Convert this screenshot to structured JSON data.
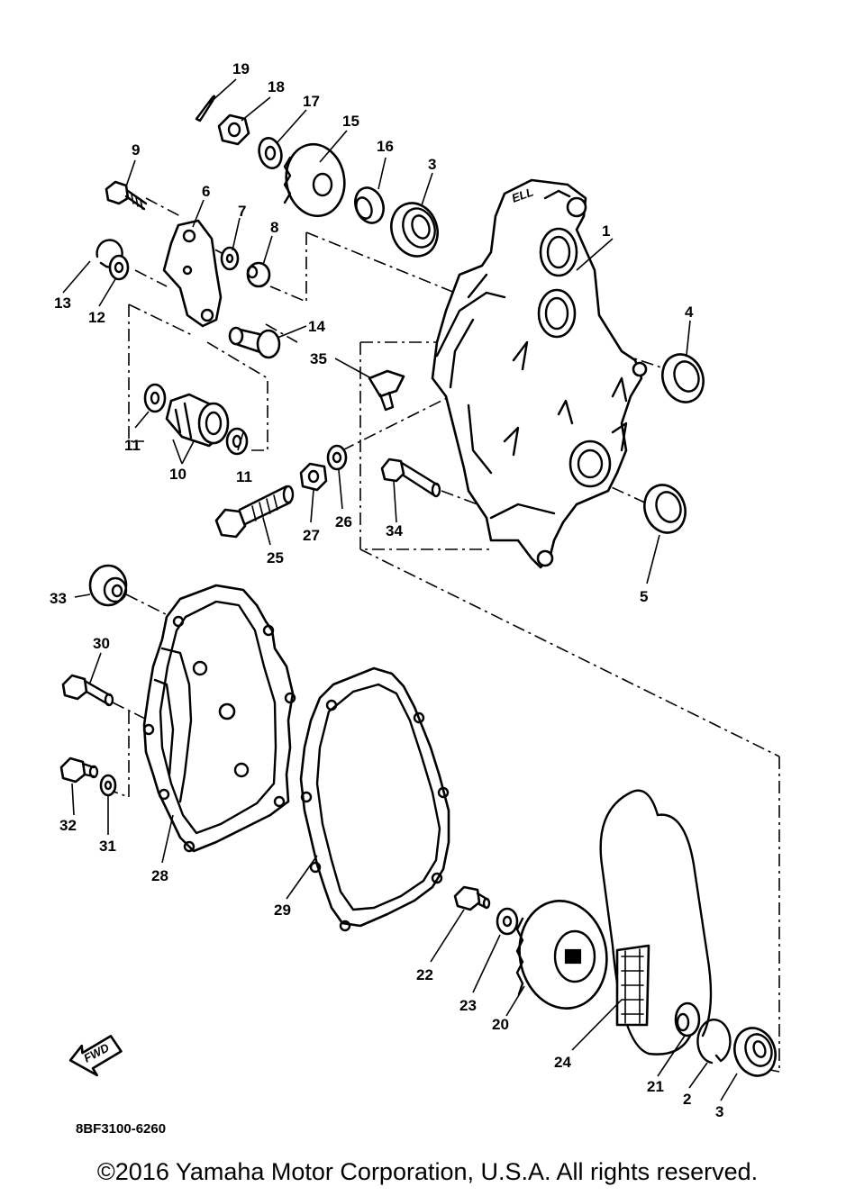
{
  "diagram": {
    "drawing_code": "8BF3100-6260",
    "direction_label": "FWD",
    "copyright": "©2016 Yamaha Motor Corporation, U.S.A. All rights reserved.",
    "callouts": {
      "c1": "1",
      "c2": "2",
      "c3a": "3",
      "c3b": "3",
      "c4": "4",
      "c5": "5",
      "c6": "6",
      "c7": "7",
      "c8": "8",
      "c9": "9",
      "c10": "10",
      "c11a": "11",
      "c11b": "11",
      "c12": "12",
      "c13": "13",
      "c14": "14",
      "c15": "15",
      "c16": "16",
      "c17": "17",
      "c18": "18",
      "c19": "19",
      "c20": "20",
      "c21": "21",
      "c22": "22",
      "c23": "23",
      "c24": "24",
      "c25": "25",
      "c26": "26",
      "c27": "27",
      "c28": "28",
      "c29": "29",
      "c30": "30",
      "c31": "31",
      "c32": "32",
      "c33": "33",
      "c34": "34",
      "c35": "35"
    }
  }
}
